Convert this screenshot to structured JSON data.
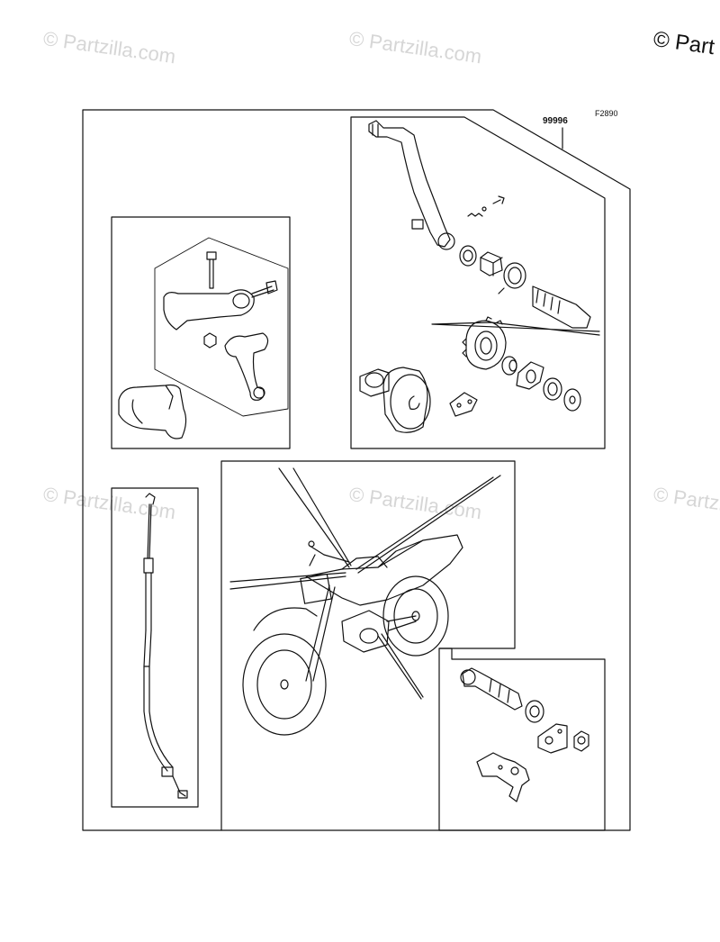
{
  "watermark": {
    "text": "© Partzilla.com",
    "corner_text": "© Part"
  },
  "diagram": {
    "figure_code": "F2890",
    "part_number": "99996"
  },
  "colors": {
    "line": "#111111",
    "watermark": "#d6d6d6",
    "background": "#ffffff"
  }
}
